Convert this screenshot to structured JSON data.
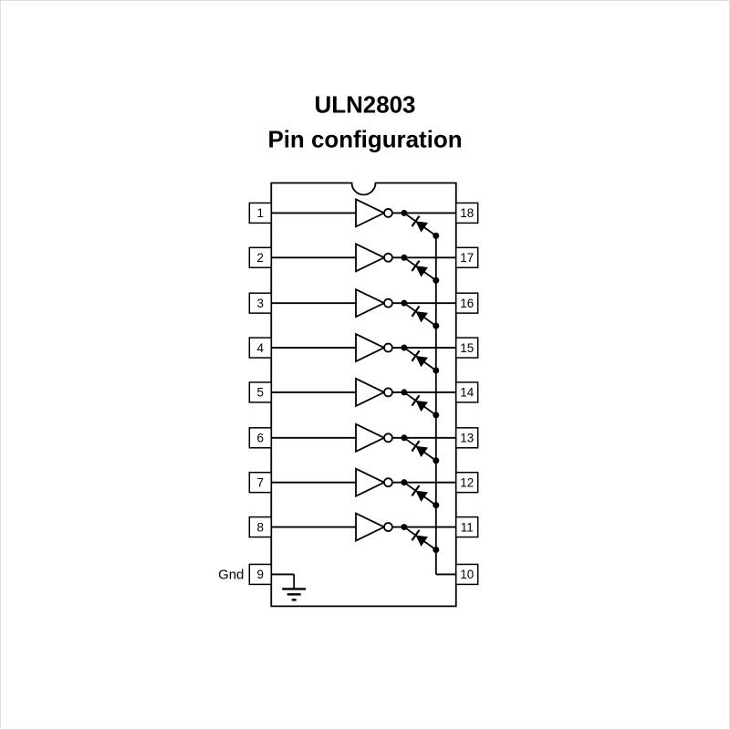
{
  "title": {
    "line1": "ULN2803",
    "line2": "Pin configuration"
  },
  "labels": {
    "ground": "Gnd"
  },
  "diagram": {
    "colors": {
      "line": "#000000",
      "background": "#ffffff",
      "frame": "#dddddd"
    },
    "left_pins": [
      "1",
      "2",
      "3",
      "4",
      "5",
      "6",
      "7",
      "8",
      "9"
    ],
    "right_pins": [
      "18",
      "17",
      "16",
      "15",
      "14",
      "13",
      "12",
      "11",
      "10"
    ],
    "channels": [
      {
        "input_pin": "1",
        "output_pin": "18"
      },
      {
        "input_pin": "2",
        "output_pin": "17"
      },
      {
        "input_pin": "3",
        "output_pin": "16"
      },
      {
        "input_pin": "4",
        "output_pin": "15"
      },
      {
        "input_pin": "5",
        "output_pin": "14"
      },
      {
        "input_pin": "6",
        "output_pin": "13"
      },
      {
        "input_pin": "7",
        "output_pin": "12"
      },
      {
        "input_pin": "8",
        "output_pin": "11"
      }
    ],
    "common_pin": "10",
    "ground_pin": "9"
  }
}
